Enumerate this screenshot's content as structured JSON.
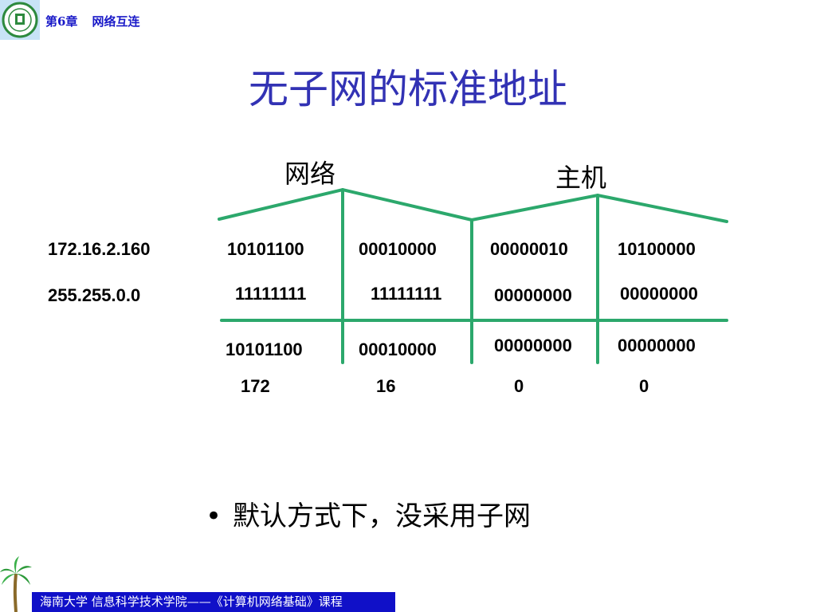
{
  "header": {
    "chapter_label": "第6章",
    "chapter_title": "网络互连",
    "logo_icon": "university-seal-icon"
  },
  "title": "无子网的标准地址",
  "labels": {
    "network": "网络",
    "host": "主机"
  },
  "ip_row": {
    "label": "172.16.2.160",
    "octets": [
      "10101100",
      "00010000",
      "00000010",
      "10100000"
    ]
  },
  "mask_row": {
    "label": "255.255.0.0",
    "octets": [
      "11111111",
      "11111111",
      "00000000",
      "00000000"
    ]
  },
  "result_row": {
    "octets": [
      "10101100",
      "00010000",
      "00000000",
      "00000000"
    ]
  },
  "decimal_row": {
    "octets": [
      "172",
      "16",
      "0",
      "0"
    ]
  },
  "bullet": "默认方式下，没采用子网",
  "footer": "海南大学  信息科学技术学院——《计算机网络基础》课程",
  "colors": {
    "green": "#2ca86c",
    "title_blue": "#3232b4",
    "footer_blue": "#1010c8"
  }
}
